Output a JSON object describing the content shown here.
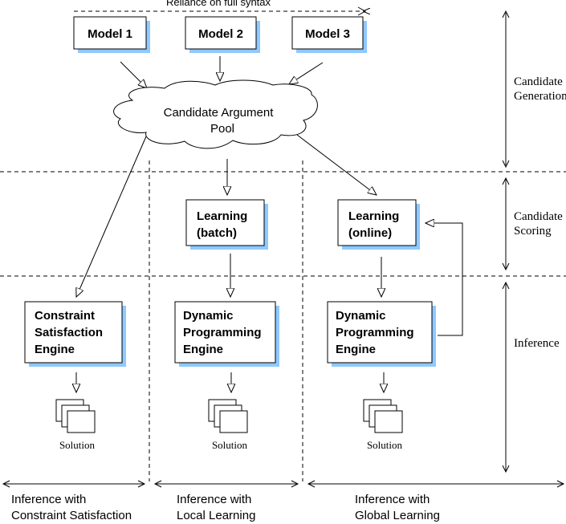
{
  "top_label": "Reliance on full syntax",
  "models": [
    "Model 1",
    "Model 2",
    "Model 3"
  ],
  "pool": {
    "line1": "Candidate Argument",
    "line2": "Pool"
  },
  "stages": {
    "generation": [
      "Candidate",
      "Generation"
    ],
    "scoring": [
      "Candidate",
      "Scoring"
    ],
    "inference": "Inference"
  },
  "learning_batch": [
    "Learning",
    "(batch)"
  ],
  "learning_online": [
    "Learning",
    "(online)"
  ],
  "engines": {
    "constraint": [
      "Constraint",
      "Satisfaction",
      "Engine"
    ],
    "dp_local": [
      "Dynamic",
      "Programming",
      "Engine"
    ],
    "dp_global": [
      "Dynamic",
      "Programming",
      "Engine"
    ]
  },
  "solution_label": "Solution",
  "columns": [
    [
      "Inference with",
      "Constraint Satisfaction"
    ],
    [
      "Inference with",
      "Local Learning"
    ],
    [
      "Inference with",
      "Global Learning"
    ]
  ]
}
